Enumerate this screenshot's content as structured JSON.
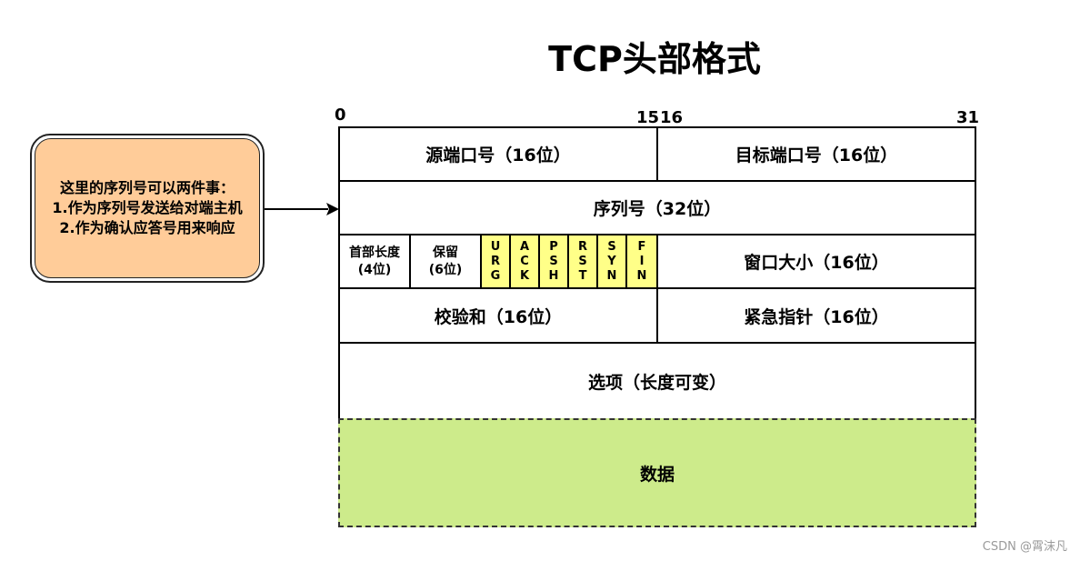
{
  "title": "TCP头部格式",
  "bit_labels": {
    "start": "0",
    "mid_left": "15",
    "mid_right": "16",
    "end": "31"
  },
  "fields": {
    "source_port": "源端口号（16位）",
    "dest_port": "目标端口号（16位）",
    "sequence_number": "序列号（32位）",
    "header_length": [
      "首部长度",
      "(4位)"
    ],
    "reserved": [
      "保留",
      "(6位)"
    ],
    "flags": [
      [
        "U",
        "R",
        "G"
      ],
      [
        "A",
        "C",
        "K"
      ],
      [
        "P",
        "S",
        "H"
      ],
      [
        "R",
        "S",
        "T"
      ],
      [
        "S",
        "Y",
        "N"
      ],
      [
        "F",
        "I",
        "N"
      ]
    ],
    "window_size": "窗口大小（16位）",
    "checksum": "校验和（16位）",
    "urgent_pointer": "紧急指针（16位）",
    "options": "选项（长度可变）",
    "data": "数据"
  },
  "note": {
    "lines": [
      "这里的序列号可以两件事：",
      "1.作为序列号发送给对端主机",
      "2.作为确认应答号用来响应"
    ]
  },
  "watermark": "CSDN @霄沫凡",
  "colors": {
    "note_fill": "#ffcc99",
    "flag_fill": "#ffff88",
    "data_fill": "#cdeb8b"
  }
}
